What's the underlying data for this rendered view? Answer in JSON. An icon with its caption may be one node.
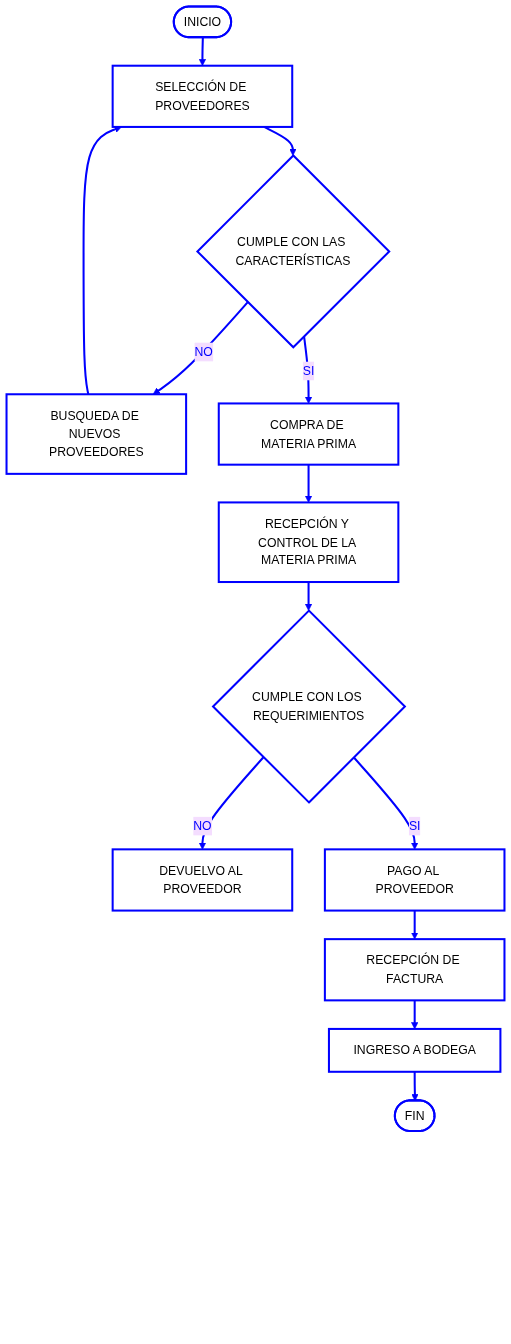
{
  "diagram": {
    "nodes": [
      {
        "text": [
          "INICIO"
        ]
      },
      {
        "text": [
          "SELECCIÓN DE PROVEEDORES"
        ]
      },
      {
        "text": [
          "CUMPLE CON LAS CARACTERÍSTICAS"
        ]
      },
      {
        "text": [
          "BUSQUEDA DE NUEVOS PROVEEDORES"
        ]
      },
      {
        "text": [
          "COMPRA DE MATERIA PRIMA"
        ]
      },
      {
        "text": [
          "RECEPCIÓN Y CONTROL DE LA MATERIA PRIMA"
        ]
      },
      {
        "text": [
          "CUMPLE CON LOS REQUERIMIENTOS"
        ]
      },
      {
        "text": [
          "DEVUELVO AL PROVEEDOR"
        ]
      },
      {
        "text": [
          "PAGO AL PROVEEDOR"
        ]
      },
      {
        "text": [
          "RECEPCIÓN DE FACTURA"
        ]
      },
      {
        "text": [
          "INGRESO A BODEGA"
        ]
      },
      {
        "text": [
          "FIN"
        ]
      }
    ],
    "edges": [
      {
        "from": 0,
        "to": 1,
        "arrow": "to"
      },
      {
        "from": 1,
        "to": 2,
        "arrow": "to"
      },
      {
        "from": 2,
        "to": 3,
        "label": "NO",
        "arrow": "to"
      },
      {
        "from": 3,
        "to": 1,
        "arrow": "to"
      },
      {
        "from": 2,
        "to": 4,
        "label": "SI",
        "arrow": "to"
      },
      {
        "from": 4,
        "to": 5,
        "arrow": "to"
      },
      {
        "from": 5,
        "to": 6,
        "arrow": "to"
      },
      {
        "from": 6,
        "to": 7,
        "label": "NO",
        "arrow": "to"
      },
      {
        "from": 6,
        "to": 8,
        "label": "SI",
        "arrow": "to"
      },
      {
        "from": 8,
        "to": 9,
        "arrow": "to"
      },
      {
        "from": 9,
        "to": 10,
        "arrow": "to"
      },
      {
        "from": 10,
        "to": 11,
        "arrow": "to"
      }
    ]
  }
}
